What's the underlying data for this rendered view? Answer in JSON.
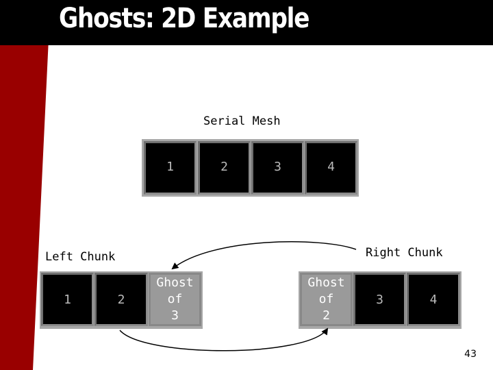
{
  "slide": {
    "title": "Ghosts: 2D Example",
    "page_number": "43",
    "accent_color": "#990000"
  },
  "serial_mesh": {
    "label": "Serial Mesh",
    "cells": [
      "1",
      "2",
      "3",
      "4"
    ]
  },
  "left_chunk": {
    "label": "Left Chunk",
    "cells": [
      "1",
      "2"
    ],
    "ghost_lines": [
      "Ghost",
      "of",
      "3"
    ]
  },
  "right_chunk": {
    "label": "Right Chunk",
    "cells": [
      "3",
      "4"
    ],
    "ghost_lines": [
      "Ghost",
      "of",
      "2"
    ]
  }
}
